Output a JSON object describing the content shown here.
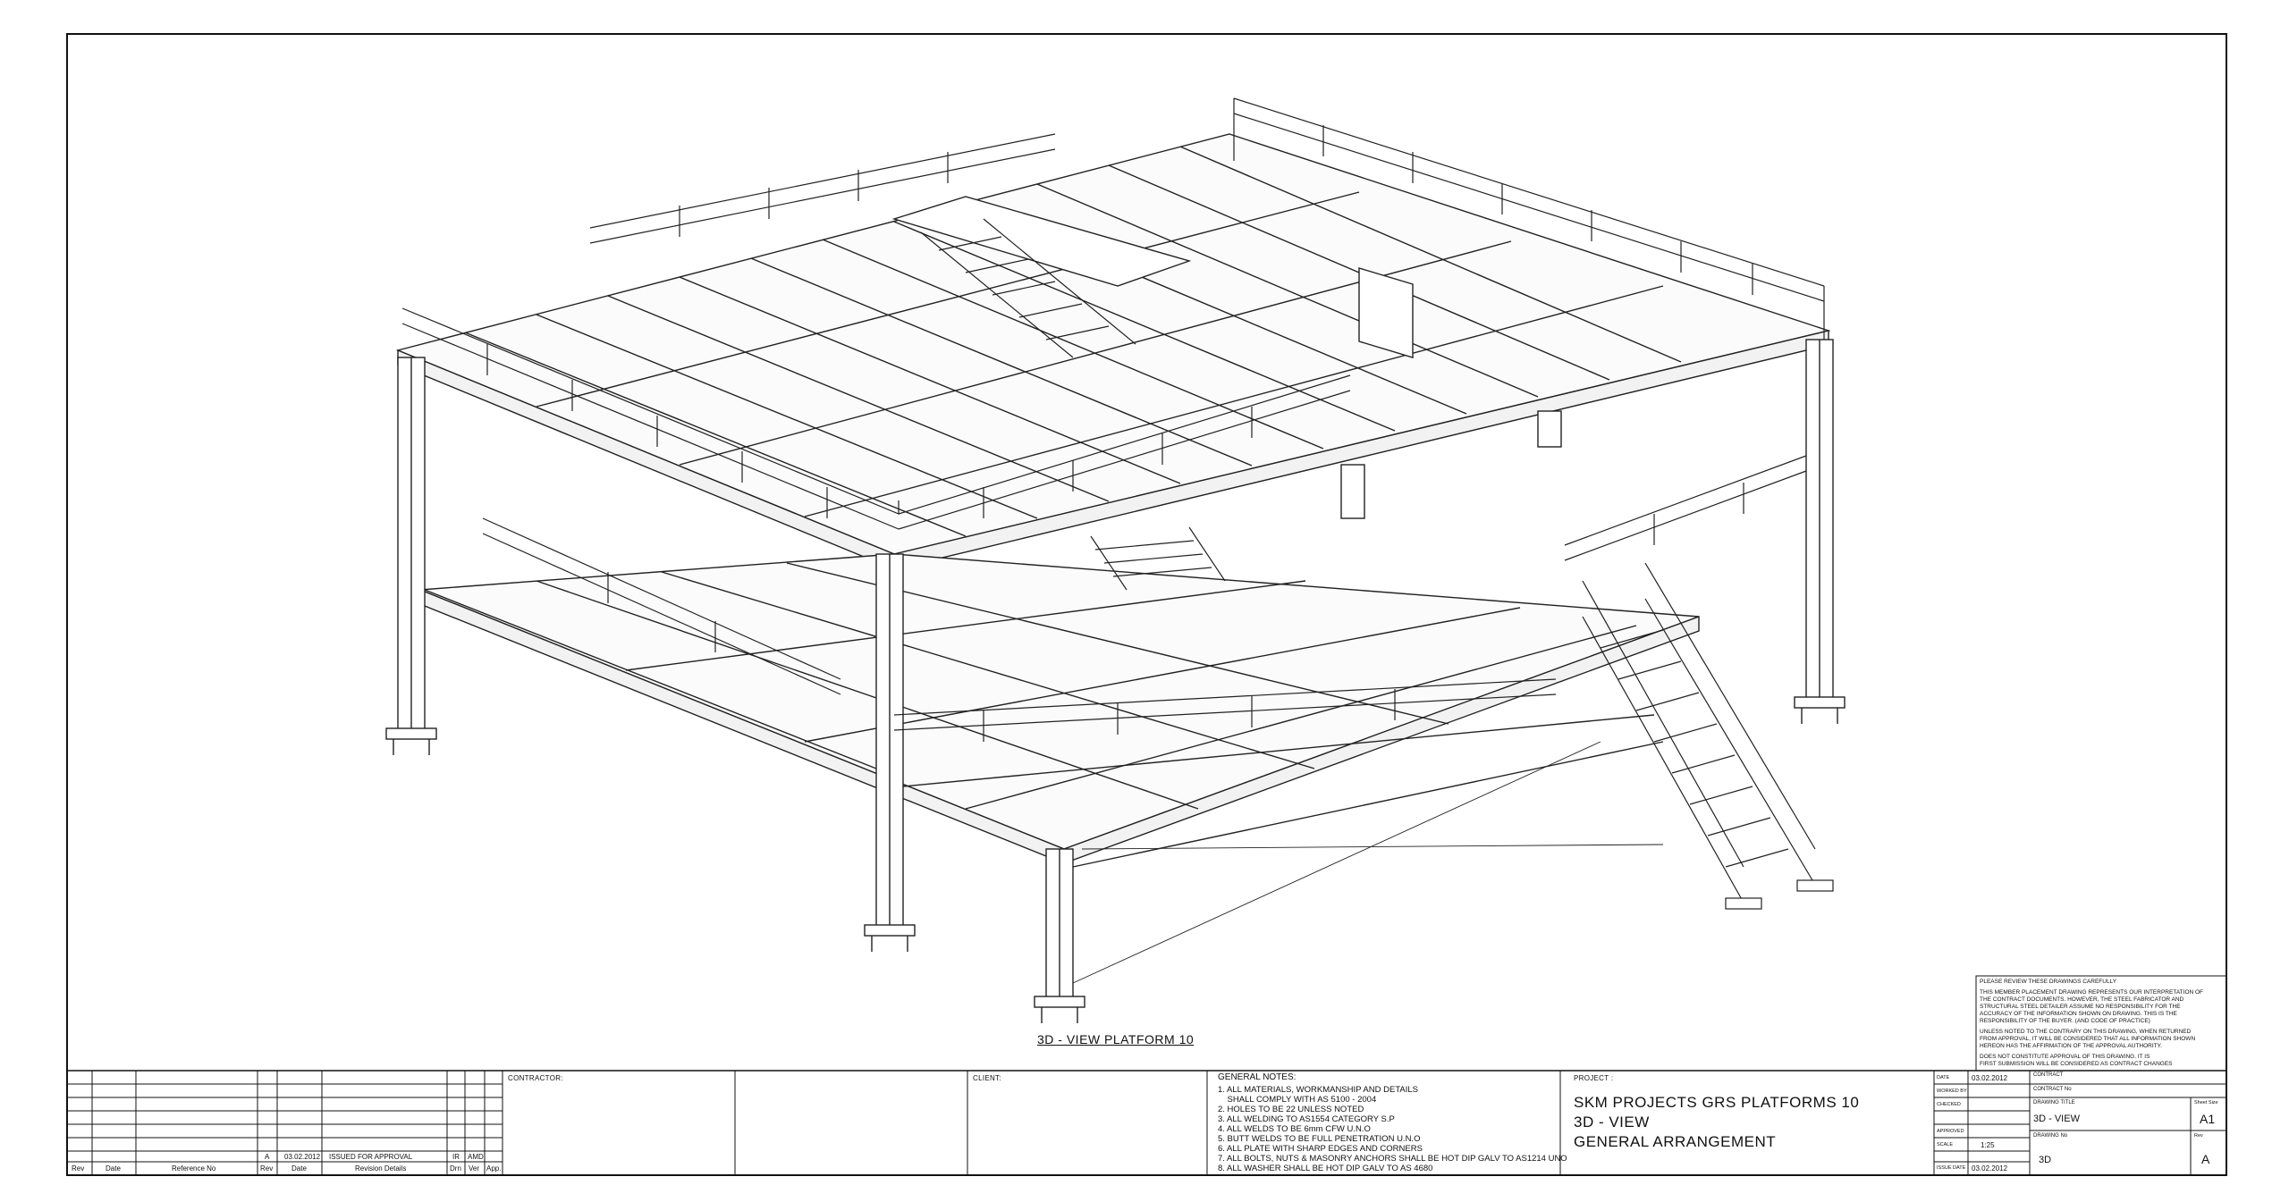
{
  "drawing": {
    "view_title": "3D - VIEW PLATFORM 10"
  },
  "revision_block": {
    "headers": [
      "Rev",
      "Date",
      "Reference No",
      "Rev",
      "Date",
      "Revision Details",
      "Drn",
      "Ver",
      "App."
    ],
    "row": {
      "rev": "A",
      "date": "03.02.2012",
      "details": "ISSUED FOR APPROVAL",
      "drn": "IR",
      "ver": "AMD"
    }
  },
  "contractor": {
    "label": "CONTRACTOR:"
  },
  "client": {
    "label": "CLIENT:"
  },
  "general_notes": {
    "title": "GENERAL NOTES:",
    "items": [
      "1. ALL MATERIALS, WORKMANSHIP AND DETAILS",
      "    SHALL COMPLY WITH AS 5100 - 2004",
      "2. HOLES TO BE 22 UNLESS NOTED",
      "3. ALL WELDING TO AS1554 CATEGORY S.P",
      "4. ALL WELDS TO BE 6mm CFW U.N.O",
      "5. BUTT WELDS TO BE FULL PENETRATION U.N.O",
      "6. ALL PLATE WITH SHARP EDGES AND CORNERS",
      "7. ALL BOLTS, NUTS & MASONRY ANCHORS SHALL BE HOT DIP GALV TO AS1214 UNO",
      "8. ALL WASHER SHALL BE HOT DIP GALV TO AS 4680"
    ]
  },
  "project": {
    "label": "PROJECT :",
    "line1": "SKM PROJECTS GRS PLATFORMS 10",
    "line2": "3D - VIEW",
    "line3": "GENERAL ARRANGEMENT"
  },
  "title_block": {
    "date_label": "DATE",
    "date_value": "03.02.2012",
    "worked_by_label": "WORKED BY",
    "checked_label": "CHECKED",
    "approved_label": "APPROVED",
    "scale_label": "SCALE",
    "scale_value": "1:25",
    "issue_date_label": "ISSUE DATE",
    "issue_date_value": "03.02.2012",
    "contract_label": "CONTRACT",
    "contract_no_label": "CONTRACT No",
    "drawing_title_label": "DRAWING TITLE",
    "drawing_title_value": "3D - VIEW",
    "drawing_no_label": "DRAWING No",
    "drawing_no_value": "3D",
    "sheet_size_label": "Sheet Size",
    "sheet_size_value": "A1",
    "rev_label": "Rev",
    "rev_value": "A"
  },
  "approval_note": {
    "lines": [
      "PLEASE REVIEW THESE DRAWINGS CAREFULLY",
      "",
      "THIS MEMBER PLACEMENT DRAWING REPRESENTS OUR INTERPRETATION OF",
      "THE CONTRACT DOCUMENTS. HOWEVER, THE STEEL FABRICATOR AND",
      "STRUCTURAL STEEL DETAILER ASSUME NO RESPONSIBILITY FOR THE",
      "ACCURACY OF THE INFORMATION SHOWN ON DRAWING. THIS IS THE",
      "RESPONSIBILITY OF THE BUYER. (AND CODE OF PRACTICE)",
      "",
      "UNLESS NOTED TO THE CONTRARY ON THIS DRAWING, WHEN RETURNED",
      "FROM APPROVAL, IT WILL BE CONSIDERED THAT ALL INFORMATION SHOWN",
      "HEREON HAS THE AFFIRMATION OF THE APPROVAL AUTHORITY.",
      "",
      "DOES NOT CONSTITUTE APPROVAL OF THIS DRAWING. IT IS",
      "FIRST SUBMISSION WILL BE CONSIDERED AS CONTRACT CHANGES"
    ]
  }
}
